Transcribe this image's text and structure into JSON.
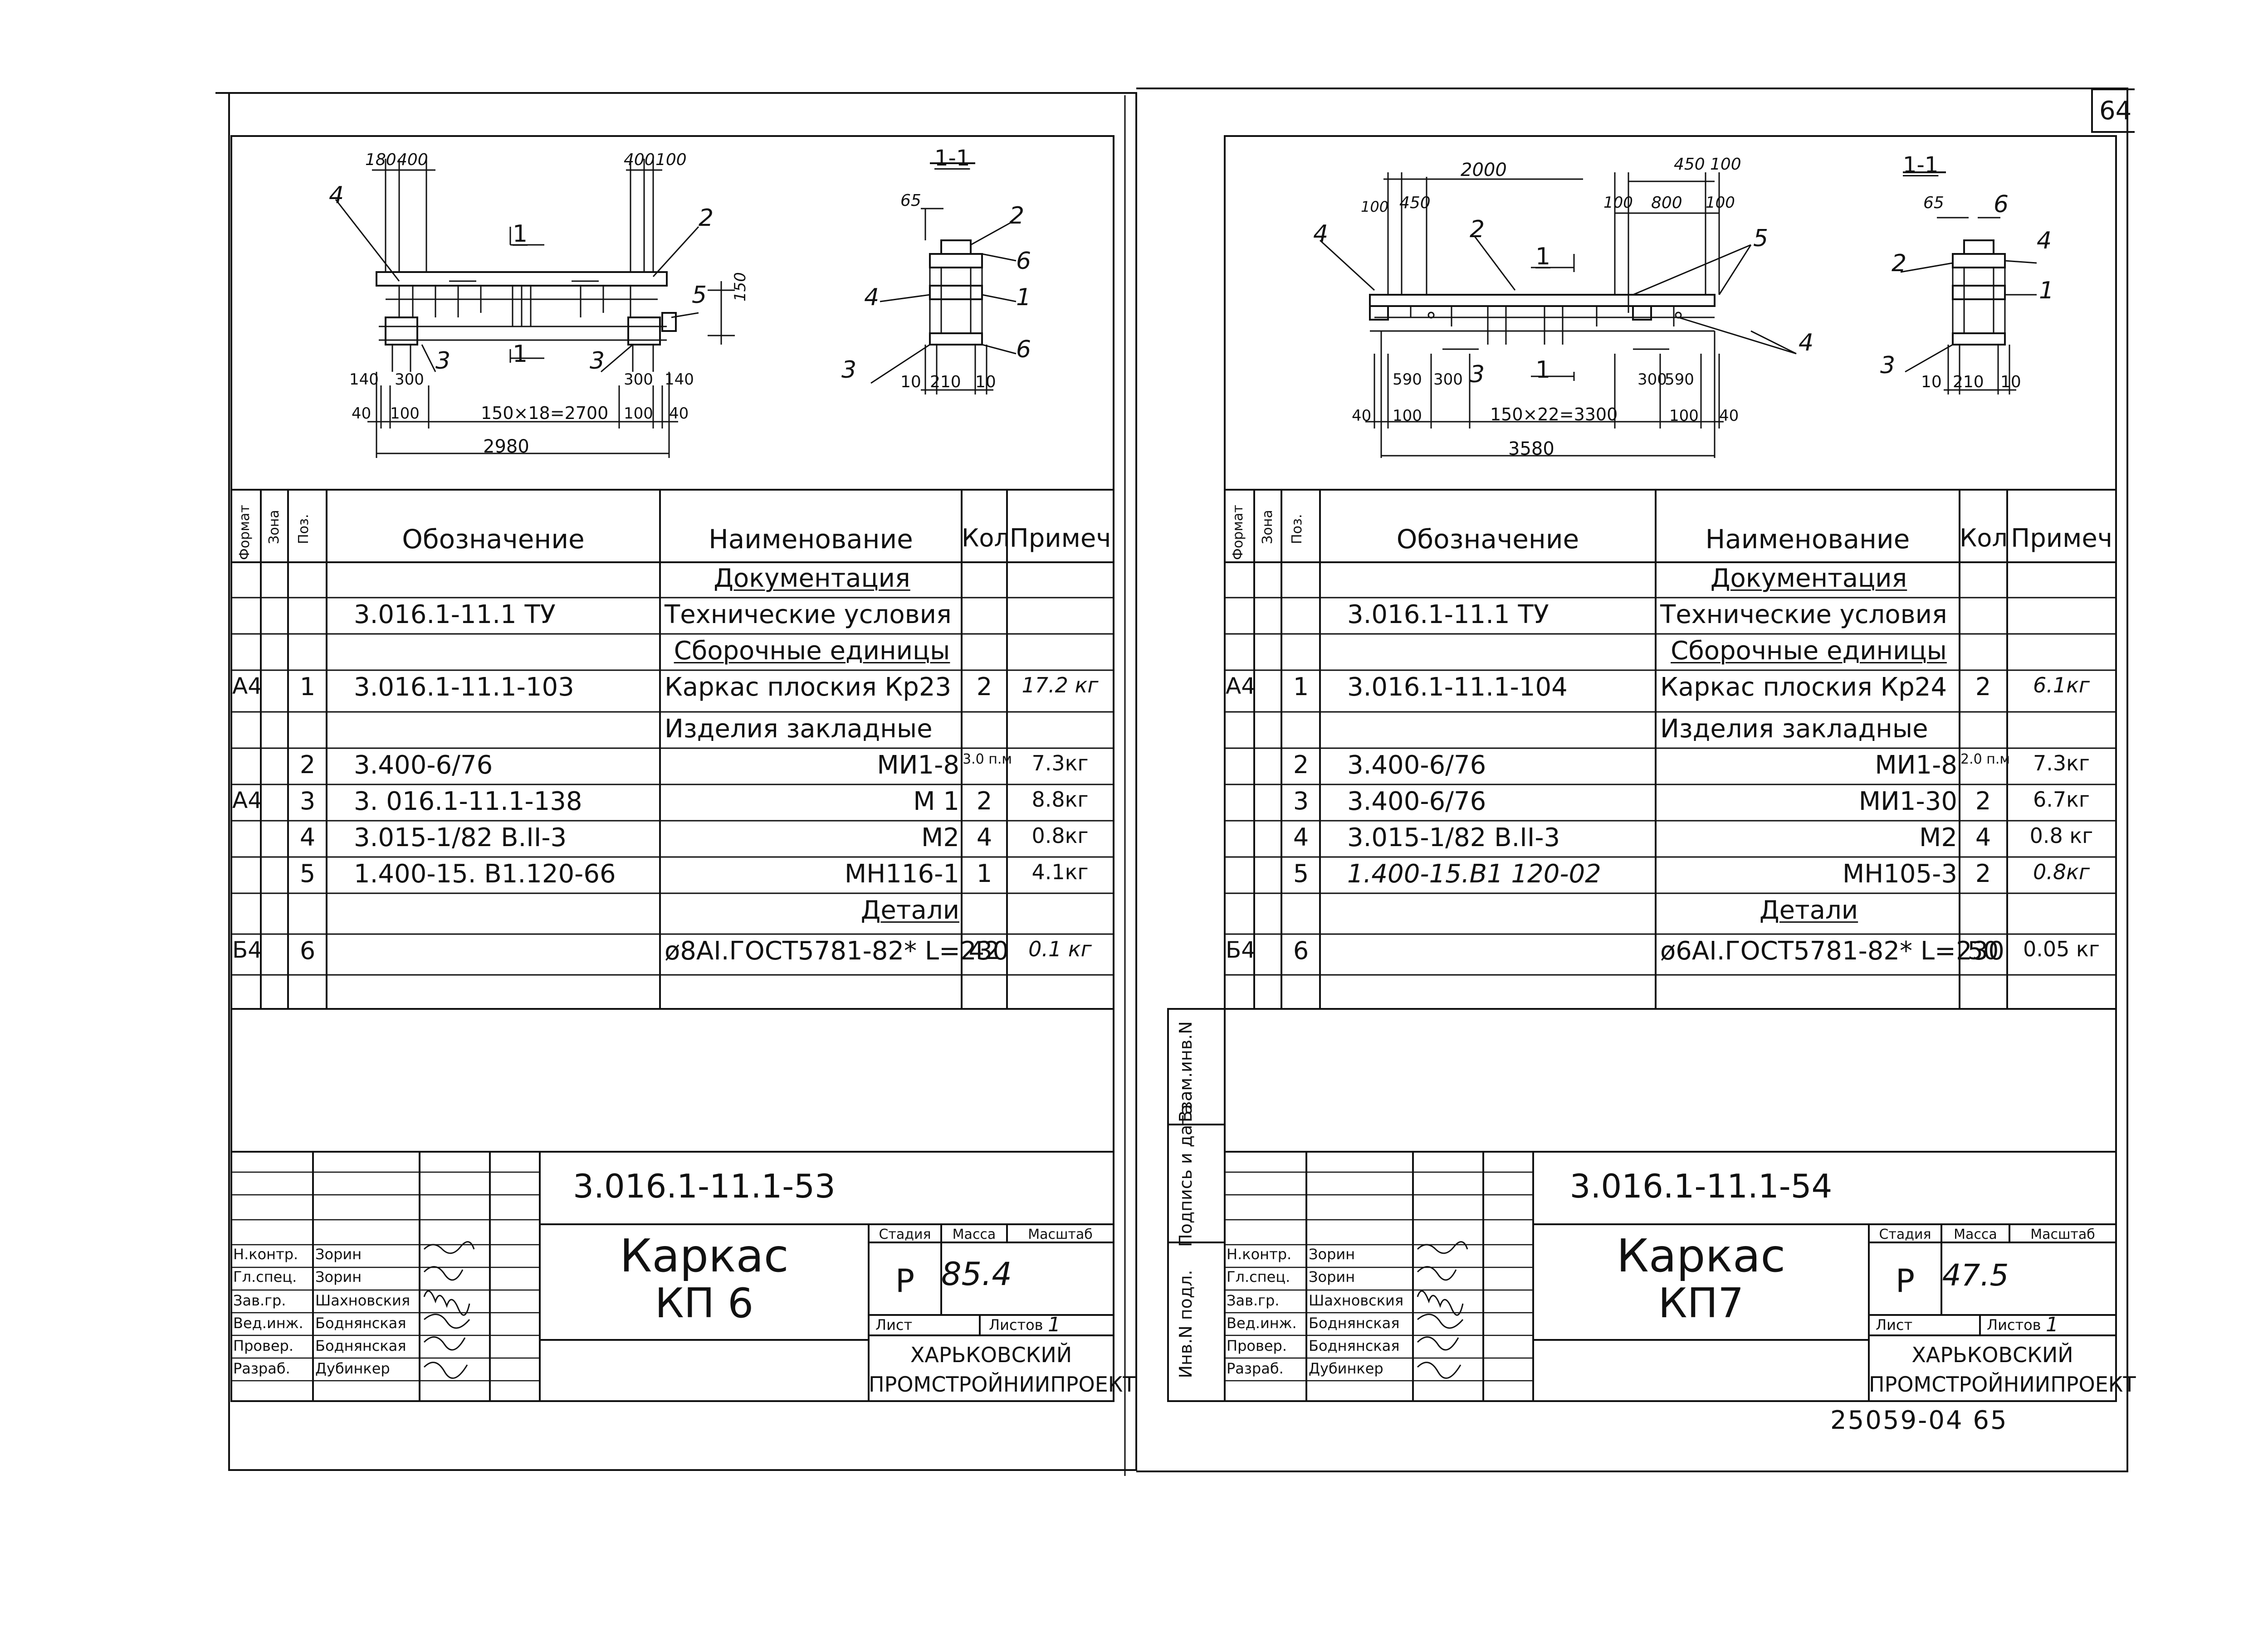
{
  "page_number": "64",
  "footer_stamp": "25059-04  65",
  "side_labels": {
    "inv_podl": "Инв.N подл.",
    "podpis_data": "Подпись и дата",
    "vzam_inv": "Взам.инв.N"
  },
  "header": {
    "format": "Формат",
    "zona": "Зона",
    "poz": "Поз.",
    "oboznachenie": "Обозначение",
    "naimenovanie": "Наименование",
    "kol": "Кол",
    "primech": "Примеч"
  },
  "title_block_labels": {
    "stadia": "Стадия",
    "massa": "Масса",
    "masshtab": "Масштаб",
    "list": "Лист",
    "listov": "Листов",
    "org1": "ХАРЬКОВСКИЙ",
    "org2": "ПРОМСТРОЙНИИПРОЕКТ",
    "stadia_val": "Р"
  },
  "signers": [
    {
      "role": "Н.контр.",
      "name": "Зорин"
    },
    {
      "role": "Гл.спец.",
      "name": "Зорин"
    },
    {
      "role": "Зав.гр.",
      "name": "Шахновския"
    },
    {
      "role": "Вед.инж.",
      "name": "Боднянская"
    },
    {
      "role": "Провер.",
      "name": "Боднянская"
    },
    {
      "role": "Разраб.",
      "name": "Дубинкер"
    }
  ],
  "left": {
    "code": "3.016.1-11.1-53",
    "title1": "Каркас",
    "title2": "КП 6",
    "mass": "85.4",
    "listov": "1",
    "section_label": "1-1",
    "rows": [
      {
        "fmt": "",
        "zona": "",
        "poz": "",
        "obozn": "",
        "naim": "Документация",
        "kol": "",
        "prim": "",
        "naim_align": "center",
        "naim_ul": true
      },
      {
        "fmt": "",
        "zona": "",
        "poz": "",
        "obozn": "3.016.1-11.1  ТУ",
        "naim": "Технические условия",
        "kol": "",
        "prim": "",
        "naim_align": "left"
      },
      {
        "fmt": "",
        "zona": "",
        "poz": "",
        "obozn": "",
        "naim": "Сборочные единицы",
        "kol": "",
        "prim": "",
        "naim_align": "center",
        "naim_ul": true
      },
      {
        "fmt": "А4",
        "zona": "",
        "poz": "1",
        "obozn": "3.016.1-11.1-103",
        "naim": "Каркас плоския Кр23",
        "kol": "2",
        "prim": "17.2 кг",
        "naim_align": "left",
        "prim_it": true
      },
      {
        "fmt": "",
        "zona": "",
        "poz": "",
        "obozn": "",
        "naim": "Изделия закладные",
        "kol": "",
        "prim": "",
        "naim_align": "left"
      },
      {
        "fmt": "",
        "zona": "",
        "poz": "2",
        "obozn": "3.400-6/76",
        "naim": "МИ1-8",
        "kol": "3.0 п.м",
        "prim": "7.3кг",
        "naim_align": "right"
      },
      {
        "fmt": "А4",
        "zona": "",
        "poz": "3",
        "obozn": "3. 016.1-11.1-138",
        "naim": "М 1",
        "kol": "2",
        "prim": "8.8кг",
        "naim_align": "right"
      },
      {
        "fmt": "",
        "zona": "",
        "poz": "4",
        "obozn": "3.015-1/82  В.II-3",
        "naim": "М2",
        "kol": "4",
        "prim": "0.8кг",
        "naim_align": "right"
      },
      {
        "fmt": "",
        "zona": "",
        "poz": "5",
        "obozn": "1.400-15. В1.120-66",
        "naim": "МН116-1",
        "kol": "1",
        "prim": "4.1кг",
        "naim_align": "right"
      },
      {
        "fmt": "",
        "zona": "",
        "poz": "",
        "obozn": "",
        "naim": "Детали",
        "kol": "",
        "prim": "",
        "naim_align": "right",
        "naim_ul": true
      },
      {
        "fmt": "Б4",
        "zona": "",
        "poz": "6",
        "obozn": "",
        "naim": "ø8АI.ГОСТ5781-82* L=230",
        "kol": "42",
        "prim": "0.1 кг",
        "naim_align": "left",
        "prim_it": true
      },
      {
        "fmt": "",
        "zona": "",
        "poz": "",
        "obozn": "",
        "naim": "",
        "kol": "",
        "prim": "",
        "naim_align": "left"
      }
    ],
    "dims": {
      "d180": "180",
      "d400a": "400",
      "d400b": "400",
      "d100a": "100",
      "d140a": "140",
      "d300a": "300",
      "d300b": "300",
      "d140b": "140",
      "d40a": "40",
      "d100b": "100",
      "span": "150×18=2700",
      "d100c": "100",
      "d40b": "40",
      "total": "2980",
      "d150": "150",
      "s65": "65",
      "s10a": "10",
      "s210": "210",
      "s10b": "10"
    },
    "callouts": {
      "c1": "1",
      "c2": "2",
      "c3a": "3",
      "c3b": "3",
      "c4": "4",
      "c5": "5",
      "s2": "2",
      "s6a": "6",
      "s4": "4",
      "s1": "1",
      "s3": "3",
      "s6b": "6"
    }
  },
  "right": {
    "code": "3.016.1-11.1-54",
    "title1": "Каркас",
    "title2": "КП7",
    "mass": "47.5",
    "listov": "1",
    "section_label": "1-1",
    "rows": [
      {
        "fmt": "",
        "zona": "",
        "poz": "",
        "obozn": "",
        "naim": "Документация",
        "kol": "",
        "prim": "",
        "naim_align": "center",
        "naim_ul": true
      },
      {
        "fmt": "",
        "zona": "",
        "poz": "",
        "obozn": "3.016.1-11.1  ТУ",
        "naim": "Технические условия",
        "kol": "",
        "prim": "",
        "naim_align": "left"
      },
      {
        "fmt": "",
        "zona": "",
        "poz": "",
        "obozn": "",
        "naim": "Сборочные единицы",
        "kol": "",
        "prim": "",
        "naim_align": "center",
        "naim_ul": true
      },
      {
        "fmt": "А4",
        "zona": "",
        "poz": "1",
        "obozn": "3.016.1-11.1-104",
        "naim": "Каркас плоския Кр24",
        "kol": "2",
        "prim": "6.1кг",
        "naim_align": "left",
        "prim_it": true
      },
      {
        "fmt": "",
        "zona": "",
        "poz": "",
        "obozn": "",
        "naim": "Изделия закладные",
        "kol": "",
        "prim": "",
        "naim_align": "left"
      },
      {
        "fmt": "",
        "zona": "",
        "poz": "2",
        "obozn": "3.400-6/76",
        "naim": "МИ1-8",
        "kol": "2.0 п.м",
        "prim": "7.3кг",
        "naim_align": "right"
      },
      {
        "fmt": "",
        "zona": "",
        "poz": "3",
        "obozn": "3.400-6/76",
        "naim": "МИ1-30",
        "kol": "2",
        "prim": "6.7кг",
        "naim_align": "right"
      },
      {
        "fmt": "",
        "zona": "",
        "poz": "4",
        "obozn": "3.015-1/82  В.II-3",
        "naim": "М2",
        "kol": "4",
        "prim": "0.8 кг",
        "naim_align": "right"
      },
      {
        "fmt": "",
        "zona": "",
        "poz": "5",
        "obozn": "1.400-15.В1  120-02",
        "naim": "МН105-3",
        "kol": "2",
        "prim": "0.8кг",
        "naim_align": "right",
        "obozn_it": true,
        "prim_it": true
      },
      {
        "fmt": "",
        "zona": "",
        "poz": "",
        "obozn": "",
        "naim": "Детали",
        "kol": "",
        "prim": "",
        "naim_align": "center",
        "naim_ul": true
      },
      {
        "fmt": "Б4",
        "zona": "",
        "poz": "6",
        "obozn": "",
        "naim": "ø6АI.ГОСТ5781-82* L=230",
        "kol": "50",
        "prim": "0.05 кг",
        "naim_align": "left"
      },
      {
        "fmt": "",
        "zona": "",
        "poz": "",
        "obozn": "",
        "naim": "",
        "kol": "",
        "prim": "",
        "naim_align": "left"
      }
    ],
    "dims": {
      "d2000": "2000",
      "d100a": "100",
      "d450a": "450",
      "d450b": "450",
      "d100b": "100",
      "d100c": "100",
      "d800": "800",
      "d100d": "100",
      "d590a": "590",
      "d300a": "300",
      "d300b": "300",
      "d590b": "590",
      "d40a": "40",
      "d100e": "100",
      "span": "150×22=3300",
      "d100f": "100",
      "d40b": "40",
      "total": "3580",
      "s65": "65",
      "s10a": "10",
      "s210": "210",
      "s10b": "10"
    },
    "callouts": {
      "c4a": "4",
      "c2": "2",
      "c1": "1",
      "c5": "5",
      "c4b": "4",
      "c3": "3",
      "c1b": "1",
      "s6": "6",
      "s4": "4",
      "s2": "2",
      "s1": "1",
      "s3": "3"
    }
  }
}
